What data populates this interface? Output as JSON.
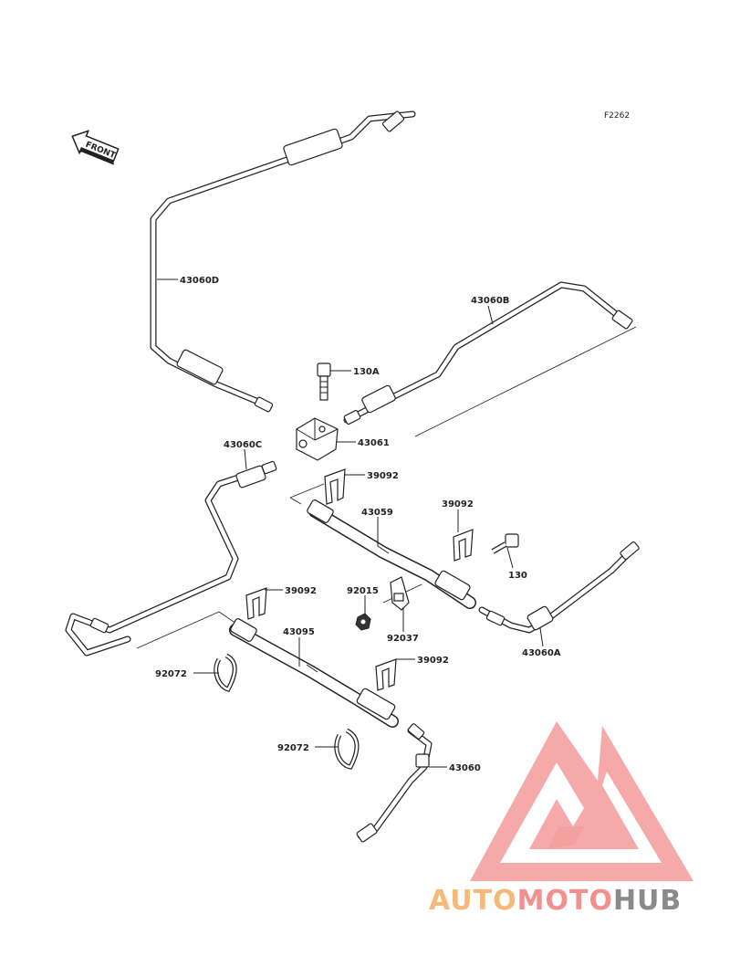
{
  "figure_code": "F2262",
  "front_label": "FRONT",
  "labels": {
    "p43060D": "43060D",
    "p43060B": "43060B",
    "p130A": "130A",
    "p43061": "43061",
    "p43060C": "43060C",
    "p39092a": "39092",
    "p43059": "43059",
    "p39092b": "39092",
    "p130": "130",
    "p39092c": "39092",
    "p92015": "92015",
    "p92037": "92037",
    "p43060A": "43060A",
    "p43095": "43095",
    "p92072a": "92072",
    "p39092d": "39092",
    "p92072b": "92072",
    "p43060": "43060"
  },
  "watermark": {
    "part1": "AUTO",
    "part2": "MOTO",
    "part3": "HUB",
    "color_orange": "#f5b97a",
    "color_red": "#f29090",
    "color_gray": "#8a8a8a"
  }
}
